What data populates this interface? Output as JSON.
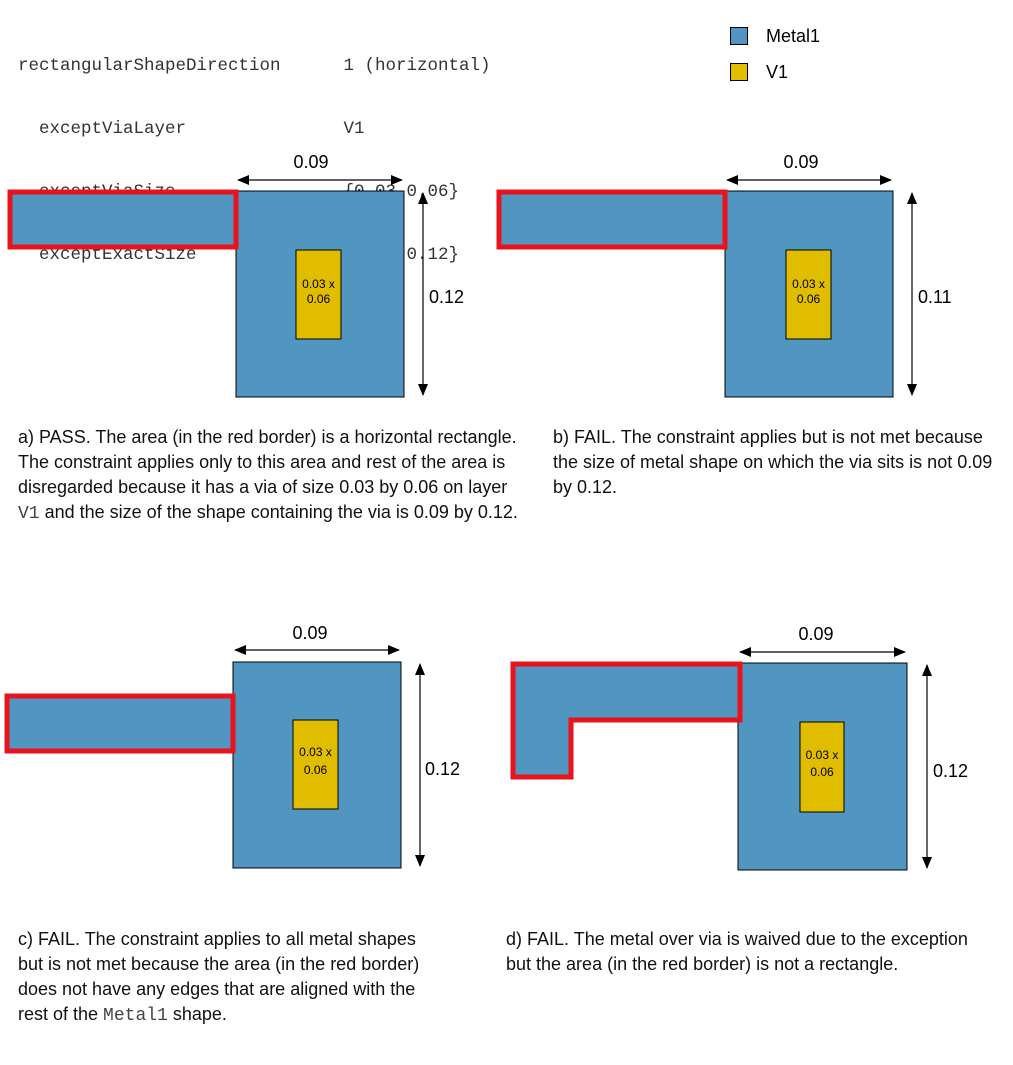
{
  "header": {
    "lines": [
      {
        "key": "rectangularShapeDirection",
        "value": "1 (horizontal)"
      },
      {
        "key": "  exceptViaLayer",
        "value": "V1"
      },
      {
        "key": "  exceptViaSize",
        "value": "{0.03 0.06}"
      },
      {
        "key": "  exceptExactSize",
        "value": "{0.09 0.12}"
      }
    ]
  },
  "legend": {
    "items": [
      {
        "label": "Metal1",
        "color": "#5096c1"
      },
      {
        "label": "V1",
        "color": "#e1bd00"
      }
    ]
  },
  "colors": {
    "metal": "#5096c1",
    "via": "#e1bd00",
    "highlight": "#e8131b",
    "arrow": "#000000"
  },
  "panels": {
    "a": {
      "width_label": "0.09",
      "height_label": "0.12",
      "via_label_line1": "0.03 x",
      "via_label_line2": "0.06",
      "caption_p1": "a) PASS. The area (in the red border) is a horizontal rectangle. The constraint applies only to this area and rest of the area is disregarded because it has a via of size 0.03 by 0.06 on layer ",
      "caption_code": "V1",
      "caption_p2": " and the size of the shape containing the via is 0.09 by 0.12."
    },
    "b": {
      "width_label": "0.09",
      "height_label": "0.11",
      "via_label_line1": "0.03 x",
      "via_label_line2": "0.06",
      "caption": "b) FAIL. The constraint applies but is not met because the size of metal shape on which the via sits is not 0.09 by 0.12."
    },
    "c": {
      "width_label": "0.09",
      "height_label": "0.12",
      "via_label_line1": "0.03 x",
      "via_label_line2": "0.06",
      "caption_p1": "c) FAIL. The constraint applies to all metal shapes but is not met because the area (in the red border) does not have any edges that are aligned with the rest of the ",
      "caption_code": "Metal1",
      "caption_p2": " shape."
    },
    "d": {
      "width_label": "0.09",
      "height_label": "0.12",
      "via_label_line1": "0.03 x",
      "via_label_line2": "0.06",
      "caption": "d) FAIL. The metal over via is waived due to the exception but the area (in the red border) is not a rectangle."
    }
  }
}
